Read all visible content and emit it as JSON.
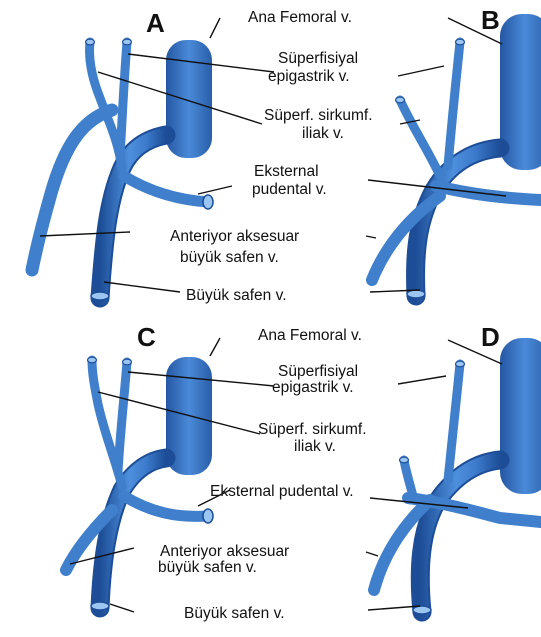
{
  "panels": [
    {
      "letter": "A",
      "labels": {
        "common_femoral": "Ana Femoral v.",
        "superficial_epigastric_1": "Süperfisiyal",
        "superficial_epigastric_2": "epigastrik v.",
        "circumflex_iliac_1": "Süperf. sirkumf.",
        "circumflex_iliac_2": "iliak v.",
        "external_pudendal_1": "Eksternal",
        "external_pudendal_2": "pudental v.",
        "anterior_accessory_1": "Anteriyor aksesuar",
        "anterior_accessory_2": "büyük safen v.",
        "great_saphenous": "Büyük safen v."
      }
    },
    {
      "letter": "B"
    },
    {
      "letter": "C",
      "labels": {
        "common_femoral": "Ana Femoral v.",
        "superficial_epigastric_1": "Süperfisiyal",
        "superficial_epigastric_2": "epigastrik v.",
        "circumflex_iliac_1": "Süperf. sirkumf.",
        "circumflex_iliac_2": "iliak v.",
        "external_pudendal": "Eksternal pudental v.",
        "anterior_accessory_1": "Anteriyor aksesuar",
        "anterior_accessory_2": "büyük safen v.",
        "great_saphenous": "Büyük safen v."
      }
    },
    {
      "letter": "D"
    }
  ],
  "colors": {
    "vein_fill": "#3f7fcc",
    "vein_dark": "#1f4f96",
    "vein_light": "#7fb2ec",
    "vein_rim": "#9cc6f2"
  }
}
